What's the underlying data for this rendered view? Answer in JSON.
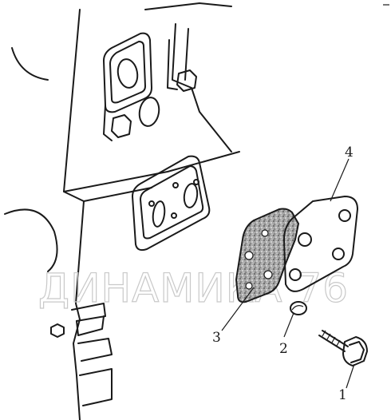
{
  "callouts": [
    {
      "id": "1",
      "text": "1"
    },
    {
      "id": "2",
      "text": "2"
    },
    {
      "id": "3",
      "text": "3"
    },
    {
      "id": "4",
      "text": "4"
    }
  ],
  "watermark": {
    "text": "ДИНАМИКА 76"
  },
  "colors": {
    "line": "#1a1a1a",
    "gasket_fill": "#8f8f8f",
    "watermark": "#c9c9c9"
  }
}
